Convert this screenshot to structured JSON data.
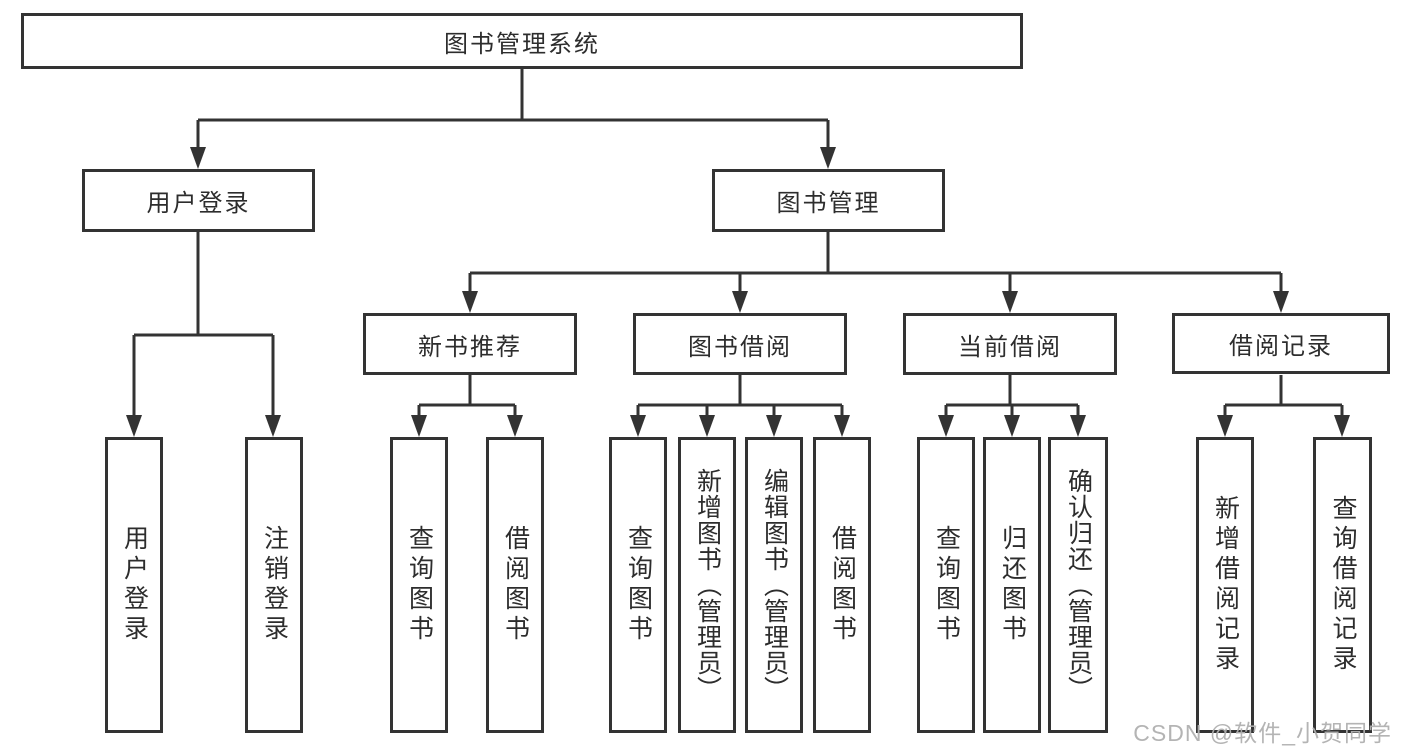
{
  "diagram": {
    "root": "图书管理系统",
    "level2": [
      "用户登录",
      "图书管理"
    ],
    "level3": [
      "新书推荐",
      "图书借阅",
      "当前借阅",
      "借阅记录"
    ],
    "leaves": {
      "user_login": [
        "用户登录",
        "注销登录"
      ],
      "new_book_recommend": [
        "查询图书",
        "借阅图书"
      ],
      "book_borrow": [
        "查询图书",
        "新增图书（管理员）",
        "编辑图书（管理员）",
        "借阅图书"
      ],
      "current_borrow": [
        "查询图书",
        "归还图书",
        "确认归还（管理员）"
      ],
      "borrow_records": [
        "新增借阅记录",
        "查询借阅记录"
      ]
    }
  },
  "watermark": "CSDN @软件_小贺同学",
  "colors": {
    "line": "#333333",
    "text": "#2d2d2d",
    "watermark": "#b0b0b0",
    "background": "#ffffff"
  }
}
